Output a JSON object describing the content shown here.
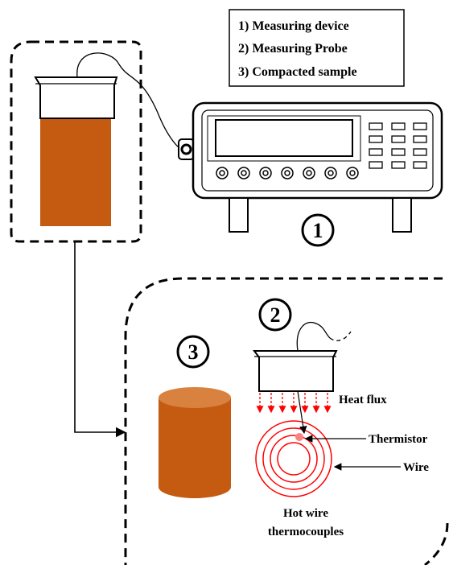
{
  "legend": {
    "items": [
      "1) Measuring device",
      "2) Measuring Probe",
      "3) Compacted sample"
    ]
  },
  "markers": {
    "device": "1",
    "probe": "2",
    "sample": "3"
  },
  "labels": {
    "heat_flux": "Heat flux",
    "thermistor": "Thermistor",
    "wire": "Wire",
    "hot_wire_line1": "Hot wire",
    "hot_wire_line2": "thermocouples"
  },
  "colors": {
    "sample": "#C55A11",
    "sample_top": "#D9823F",
    "heat_flux": "#FF0000",
    "coil": "#FF0000",
    "thermistor": "#FF8080",
    "outline": "#000000"
  }
}
